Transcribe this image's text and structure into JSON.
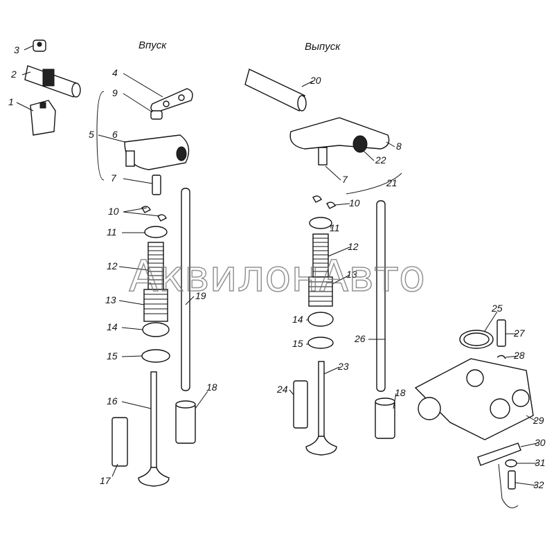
{
  "titles": {
    "intake": "Впуск",
    "exhaust": "Выпуск"
  },
  "watermark": "АквилонАвто",
  "labels": {
    "l3": "3",
    "l2": "2",
    "l1": "1",
    "l4": "4",
    "l9": "9",
    "l5": "5",
    "l6": "6",
    "l7a": "7",
    "l10a": "10",
    "l11a": "11",
    "l12a": "12",
    "l13a": "13",
    "l14a": "14",
    "l15a": "15",
    "l16": "16",
    "l17": "17",
    "l19": "19",
    "l18a": "18",
    "l20": "20",
    "l8": "8",
    "l22": "22",
    "l7b": "7",
    "l21": "21",
    "l10b": "10",
    "l11b": "11",
    "l12b": "12",
    "l13b": "13",
    "l14b": "14",
    "l15b": "15",
    "l23": "23",
    "l24": "24",
    "l26": "26",
    "l18b": "18",
    "l25": "25",
    "l27": "27",
    "l28": "28",
    "l29": "29",
    "l30": "30",
    "l31": "31",
    "l32": "32"
  }
}
